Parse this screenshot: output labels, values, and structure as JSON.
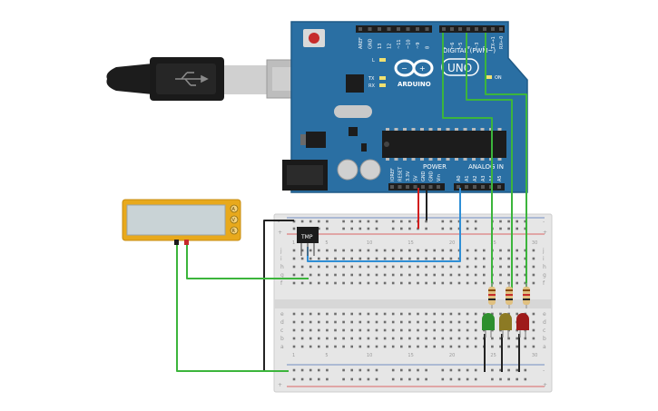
{
  "arduino": {
    "header_left": [
      "AREF",
      "GND",
      "13",
      "12",
      "~11",
      "~10",
      "~9",
      "8"
    ],
    "header_right": [
      "7",
      "~6",
      "~5",
      "4",
      "~3",
      "2",
      "TX→1",
      "RX←0"
    ],
    "digital_label": "DIGITAL (PWM~)",
    "brand": "ARDUINO",
    "model": "UNO",
    "led_labels": [
      "L",
      "TX",
      "RX"
    ],
    "on_label": "ON",
    "power_label": "POWER",
    "analog_label": "ANALOG IN",
    "power_pins": [
      "IOREF",
      "RESET",
      "3.3V",
      "5V",
      "GND",
      "GND",
      "Vin"
    ],
    "analog_pins": [
      "A0",
      "A1",
      "A2",
      "A3",
      "A4",
      "A5"
    ]
  },
  "sensor": {
    "label": "TMP"
  },
  "multimeter": {
    "modes": [
      "A",
      "V",
      "R"
    ]
  },
  "breadboard": {
    "rows_top": [
      "j",
      "i",
      "h",
      "g",
      "f"
    ],
    "rows_bottom": [
      "e",
      "d",
      "c",
      "b",
      "a"
    ],
    "column_numbers": [
      "1",
      "5",
      "10",
      "15",
      "20",
      "25",
      "30"
    ],
    "rail_signs": {
      "plus": "+",
      "minus": "-"
    }
  },
  "leds": {
    "colors": [
      "#2e8f2e",
      "#8c7a24",
      "#9e1a1a"
    ]
  },
  "colors": {
    "board": "#2a6fa3",
    "board_dark": "#1f5a87",
    "wire_green": "#3cb53c",
    "wire_blue": "#2f8fd6",
    "wire_red": "#d21e1e",
    "wire_black": "#222222",
    "rail_red": "#d43b3b",
    "rail_blue": "#4a6fb5"
  }
}
